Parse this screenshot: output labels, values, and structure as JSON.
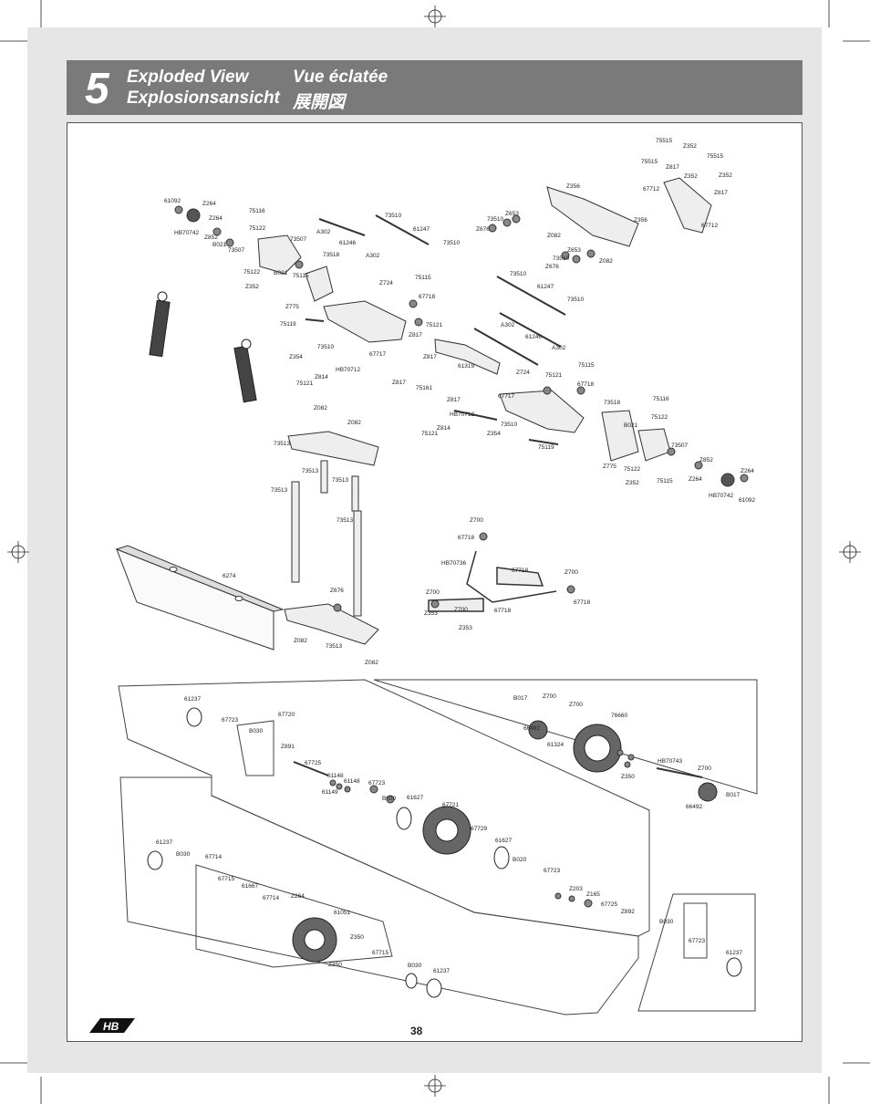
{
  "header": {
    "section_number": "5",
    "title_en": "Exploded View",
    "title_de": "Explosionsansicht",
    "title_fr": "Vue éclatée",
    "title_ja": "展開図"
  },
  "page_number": "38",
  "logo_text": "HB",
  "part_labels": [
    "61092",
    "Z264",
    "Z264",
    "HB70742",
    "Z852",
    "B021",
    "73507",
    "75116",
    "75122",
    "73507",
    "A302",
    "73510",
    "61247",
    "73510",
    "61246",
    "A302",
    "73518",
    "B021",
    "75115",
    "75122",
    "Z352",
    "Z775",
    "75119",
    "Z354",
    "Z814",
    "75121",
    "73510",
    "HB70712",
    "67717",
    "75115",
    "Z724",
    "67718",
    "75121",
    "Z817",
    "75515",
    "Z352",
    "75515",
    "Z817",
    "75515",
    "Z352",
    "Z352",
    "Z817",
    "67712",
    "Z356",
    "Z356",
    "67712",
    "Z653",
    "73510",
    "Z676",
    "Z082",
    "Z653",
    "Z676",
    "73510",
    "Z082",
    "73510",
    "61247",
    "73510",
    "A302",
    "61246",
    "A302",
    "Z817",
    "61319",
    "Z817",
    "75161",
    "Z817",
    "Z724",
    "75121",
    "75115",
    "67718",
    "67717",
    "HB70712",
    "73518",
    "75116",
    "75122",
    "Z814",
    "73510",
    "75121",
    "Z354",
    "75119",
    "B021",
    "73507",
    "Z852",
    "Z775",
    "75122",
    "Z264",
    "Z352",
    "75115",
    "Z264",
    "HB70742",
    "61092",
    "Z082",
    "Z082",
    "73513",
    "73513",
    "73513",
    "73513",
    "73513",
    "6274",
    "Z676",
    "Z082",
    "73513",
    "Z082",
    "Z700",
    "67718",
    "HB70736",
    "67718",
    "Z700",
    "Z700",
    "67718",
    "Z353",
    "Z700",
    "Z353",
    "67718",
    "B017",
    "Z700",
    "Z700",
    "76660",
    "66492",
    "61324",
    "Z350",
    "HB70743",
    "Z700",
    "66492",
    "B017",
    "61237",
    "67723",
    "B030",
    "67720",
    "Z891",
    "67725",
    "61148",
    "61148",
    "61149",
    "67723",
    "B020",
    "61627",
    "67721",
    "67729",
    "61627",
    "B020",
    "67723",
    "Z203",
    "Z165",
    "67725",
    "Z892",
    "B030",
    "67723",
    "61237",
    "61237",
    "B030",
    "67714",
    "67715",
    "61667",
    "67714",
    "Z264",
    "61051",
    "Z350",
    "Z350",
    "67715",
    "B030",
    "61237"
  ]
}
